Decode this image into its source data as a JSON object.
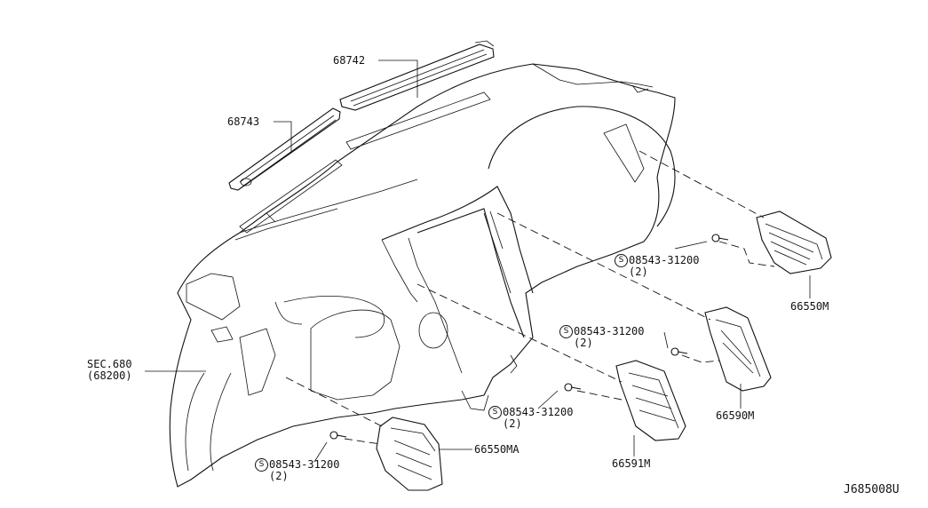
{
  "parts": {
    "p68742": "68742",
    "p68743": "68743",
    "sec": "SEC.680",
    "sec_sub": "(68200)",
    "p66550m": "66550M",
    "p66590m": "66590M",
    "p66591m": "66591M",
    "p66550ma": "66550MA"
  },
  "screws": [
    {
      "mark": "S",
      "part": "08543-31200",
      "qty": "(2)"
    },
    {
      "mark": "S",
      "part": "08543-31200",
      "qty": "(2)"
    },
    {
      "mark": "S",
      "part": "08543-31200",
      "qty": "(2)"
    },
    {
      "mark": "S",
      "part": "08543-31200",
      "qty": "(2)"
    }
  ],
  "diagram_code": "J685008U"
}
